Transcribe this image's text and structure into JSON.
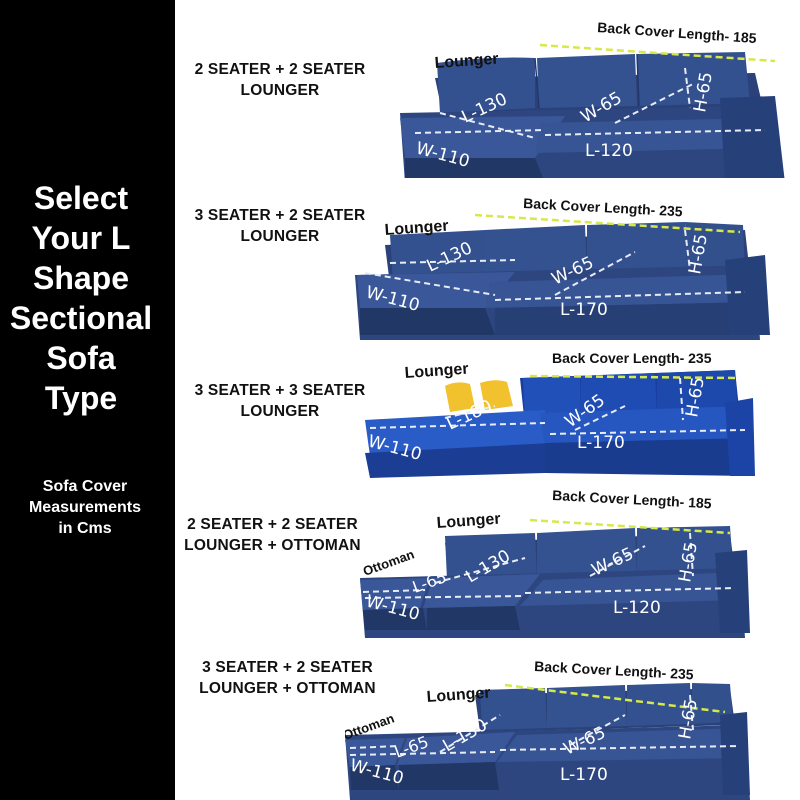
{
  "sidebar": {
    "title": "Select\nYour L\nShape\nSectional\nSofa\nType",
    "subtitle": "Sofa Cover\nMeasurements\nin Cms"
  },
  "colors": {
    "sidebar_bg": "#000000",
    "sofa_blue": "#2d4680",
    "sofa_dark": "#1e3263",
    "measure_lines": "#ffffff",
    "back_length_line": "#d7e84a",
    "cushion_yellow": "#f2c12e"
  },
  "sofas": [
    {
      "type_label": "2 SEATER + 2 SEATER\nLOUNGER",
      "lounger_label": "Lounger",
      "back_cover": "Back Cover Length- 185",
      "lounger_length": "L-130",
      "lounger_width": "W-110",
      "seat_width": "W-65",
      "seat_length": "L-120",
      "height": "H-65"
    },
    {
      "type_label": "3 SEATER + 2 SEATER\nLOUNGER",
      "lounger_label": "Lounger",
      "back_cover": "Back Cover Length- 235",
      "lounger_length": "L-130",
      "lounger_width": "W-110",
      "seat_width": "W-65",
      "seat_length": "L-170",
      "height": "H-65"
    },
    {
      "type_label": "3 SEATER + 3 SEATER\nLOUNGER",
      "lounger_label": "Lounger",
      "back_cover": "Back Cover Length- 235",
      "lounger_length": "L-180",
      "lounger_width": "W-110",
      "seat_width": "W-65",
      "seat_length": "L-170",
      "height": "H-65"
    },
    {
      "type_label": "2 SEATER + 2 SEATER\nLOUNGER + OTTOMAN",
      "lounger_label": "Lounger",
      "ottoman_label": "Ottoman",
      "back_cover": "Back Cover Length- 185",
      "ottoman_length": "L-65",
      "lounger_length": "L-130",
      "lounger_width": "W-110",
      "seat_width": "W-65",
      "seat_length": "L-120",
      "height": "H-65"
    },
    {
      "type_label": "3 SEATER + 2 SEATER\nLOUNGER + OTTOMAN",
      "lounger_label": "Lounger",
      "ottoman_label": "Ottoman",
      "back_cover": "Back Cover Length- 235",
      "ottoman_length": "L-65",
      "lounger_length": "L-130",
      "lounger_width": "W-110",
      "seat_width": "W-65",
      "seat_length": "L-170",
      "height": "H-65"
    }
  ]
}
